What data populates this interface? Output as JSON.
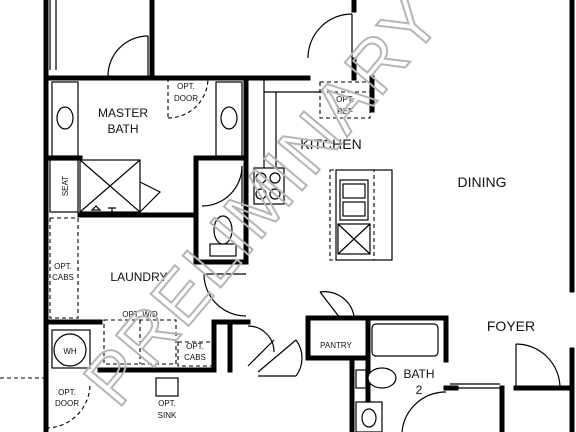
{
  "plan": {
    "watermark": "PRELIMINARY",
    "rooms": {
      "master_bath": [
        "MASTER",
        "BATH"
      ],
      "kitchen": "KITCHEN",
      "dining": "DINING",
      "laundry": "LAUNDRY",
      "foyer": "FOYER",
      "pantry": "PANTRY",
      "bath2": [
        "BATH",
        "2"
      ]
    },
    "notes": {
      "opt_door_top": [
        "OPT.",
        "DOOR"
      ],
      "opt_ref": [
        "OPT.",
        "REF"
      ],
      "seat": "SEAT",
      "opt_cabs_left": [
        "OPT.",
        "CABS"
      ],
      "opt_wd": "OPT. W/D",
      "opt_cabs_bottom": [
        "OPT.",
        "CABS"
      ],
      "wh": "WH",
      "opt_door_bottom": [
        "OPT.",
        "DOOR"
      ],
      "opt_sink": [
        "OPT.",
        "SINK"
      ]
    }
  }
}
